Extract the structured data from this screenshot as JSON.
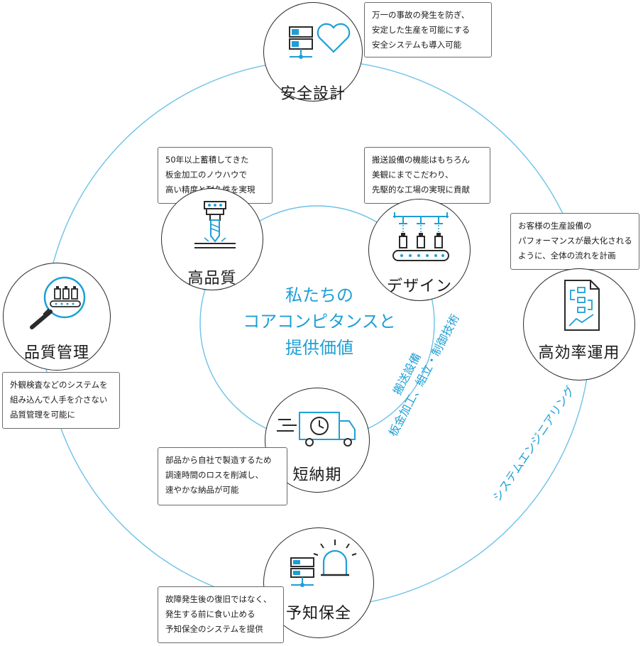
{
  "center": {
    "title_lines": [
      "私たちの",
      "コアコンピタンスと",
      "提供価値"
    ]
  },
  "nodes": {
    "safety": {
      "label": "安全設計",
      "icon": "server-heart-icon",
      "note": [
        "万一の事故の発生を防ぎ、",
        "安定した生産を可能にする",
        "安全システムも導入可能"
      ]
    },
    "quality_high": {
      "label": "高品質",
      "icon": "laser-machining-icon",
      "note": [
        "50年以上蓄積してきた",
        "板金加工のノウハウで",
        "高い精度と耐久性を実現"
      ]
    },
    "design": {
      "label": "デザイン",
      "icon": "conveyor-filling-icon",
      "note": [
        "搬送設備の機能はもちろん",
        "美観にまでこだわり、",
        "先駆的な工場の実現に貢献"
      ]
    },
    "efficiency": {
      "label": "高効率運用",
      "icon": "flowchart-document-icon",
      "note": [
        "お客様の生産設備の",
        "パフォーマンスが最大化される",
        "ように、全体の流れを計画"
      ]
    },
    "quality_control": {
      "label": "品質管理",
      "icon": "magnifier-inspection-icon",
      "note": [
        "外観検査などのシステムを",
        "組み込んで人手を介さない",
        "品質管理を可能に"
      ]
    },
    "short_delivery": {
      "label": "短納期",
      "icon": "delivery-truck-clock-icon",
      "note": [
        "部品から自社で製造するため",
        "調達時間のロスを削減し、",
        "速やかな納品が可能"
      ]
    },
    "predictive": {
      "label": "予知保全",
      "icon": "server-alarm-icon",
      "note": [
        "故障発生後の復旧ではなく、",
        "発生する前に食い止める",
        "予知保全のシステムを提供"
      ]
    }
  },
  "ring_labels": {
    "conveyor": "搬送設備",
    "sheet_metal": "板金加工、組立・制御技術",
    "system_engineering": "システムエンジニアリング"
  },
  "colors": {
    "accent": "#1e9fd6",
    "ring": "#6dc1e8",
    "text": "#1a1a1a"
  }
}
